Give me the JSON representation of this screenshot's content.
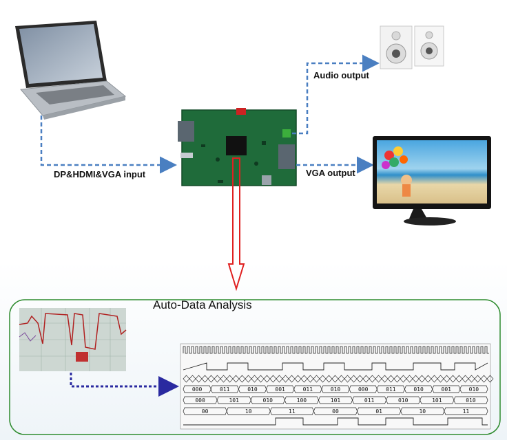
{
  "labels": {
    "input": "DP&HDMI&VGA input",
    "audio": "Audio output",
    "vga": "VGA output",
    "analysis_title": "Auto-Data Analysis"
  },
  "timing": {
    "row3": [
      "000",
      "011",
      "010",
      "001",
      "011",
      "010",
      "000",
      "011",
      "010",
      "001",
      "010"
    ],
    "row4": [
      "000",
      "101",
      "010",
      "100",
      "101",
      "011",
      "010",
      "101",
      "010"
    ],
    "row5": [
      "00",
      "10",
      "11",
      "00",
      "01",
      "10",
      "11"
    ]
  },
  "colors": {
    "dash_arrow": "#4a7fc1",
    "red_arrow": "#e02020",
    "dot_arrow": "#2a2aa0",
    "panel_border": "#2e8b2e",
    "pcb": "#1f6b3a"
  },
  "icons": [
    "laptop-icon",
    "pcb-board-icon",
    "speakers-icon",
    "monitor-icon",
    "oscilloscope-image",
    "timing-diagram"
  ]
}
